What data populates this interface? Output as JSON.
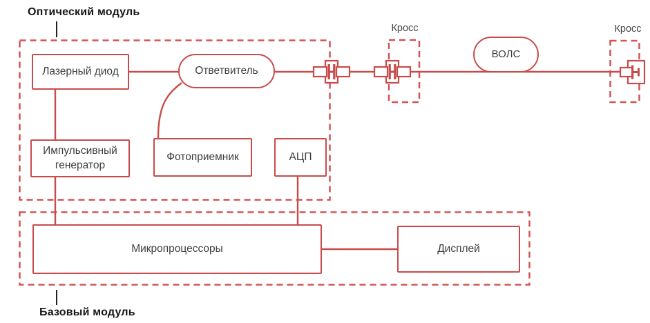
{
  "colors": {
    "stroke": "#c84b4a",
    "dashed_stroke": "#d25454",
    "box_text": "#3d3d3d",
    "module_text": "#161616",
    "background": "#ffffff"
  },
  "module_labels": {
    "optical": "Оптический модуль",
    "base": "Базовый модуль"
  },
  "cross_labels": {
    "left": "Кросс",
    "right": "Кросс"
  },
  "blocks": {
    "laser_diode": "Лазерный диод",
    "splitter": "Ответвитель",
    "pulse_generator": "Импульсивный генератор",
    "photodetector": "Фотоприемник",
    "adc": "АЦП",
    "microprocessors": "Микропроцессоры",
    "display": "Дисплей",
    "fiber_optic_line": "ВОЛС"
  },
  "icons": {
    "connector_1": "fiber-connector-icon",
    "connector_2": "fiber-connector-icon",
    "connector_end": "fiber-connector-end-icon"
  }
}
